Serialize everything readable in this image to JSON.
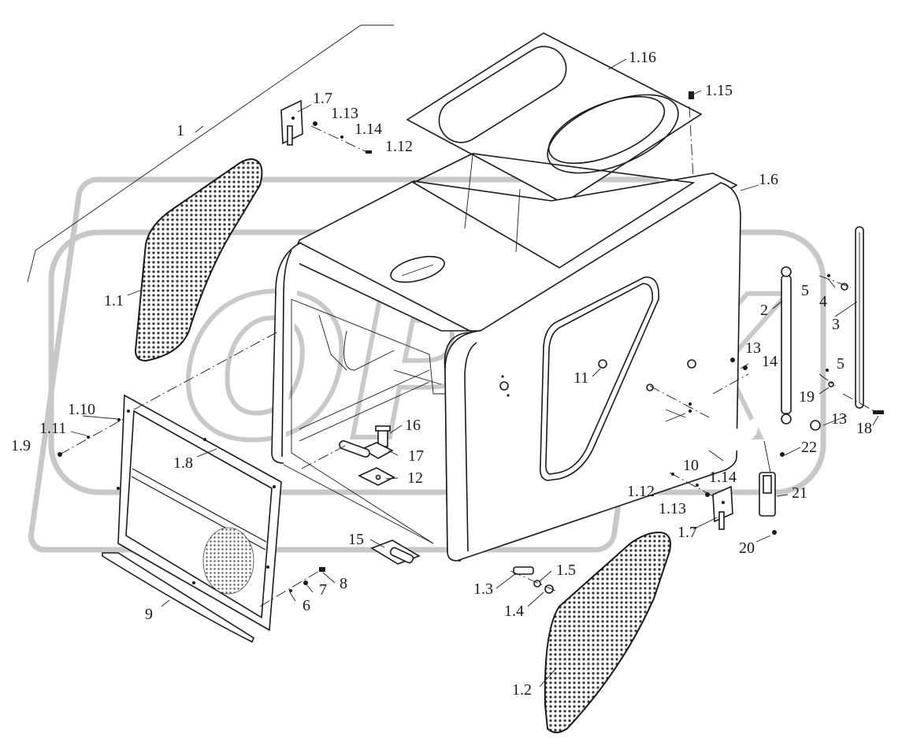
{
  "watermark": {
    "text": "OPEX"
  },
  "labels": [
    {
      "id": "1",
      "text": "1"
    },
    {
      "id": "1.1",
      "text": "1.1"
    },
    {
      "id": "1.2",
      "text": "1.2"
    },
    {
      "id": "1.3",
      "text": "1.3"
    },
    {
      "id": "1.4",
      "text": "1.4"
    },
    {
      "id": "1.5",
      "text": "1.5"
    },
    {
      "id": "1.6",
      "text": "1.6"
    },
    {
      "id": "1.7a",
      "text": "1.7"
    },
    {
      "id": "1.7b",
      "text": "1.7"
    },
    {
      "id": "1.8",
      "text": "1.8"
    },
    {
      "id": "1.9",
      "text": "1.9"
    },
    {
      "id": "1.10",
      "text": "1.10"
    },
    {
      "id": "1.11",
      "text": "1.11"
    },
    {
      "id": "1.12a",
      "text": "1.12"
    },
    {
      "id": "1.12b",
      "text": "1.12"
    },
    {
      "id": "1.13a",
      "text": "1.13"
    },
    {
      "id": "1.13b",
      "text": "1.13"
    },
    {
      "id": "1.14a",
      "text": "1.14"
    },
    {
      "id": "1.14b",
      "text": "1.14"
    },
    {
      "id": "1.15",
      "text": "1.15"
    },
    {
      "id": "1.16",
      "text": "1.16"
    },
    {
      "id": "2",
      "text": "2"
    },
    {
      "id": "3",
      "text": "3"
    },
    {
      "id": "4",
      "text": "4"
    },
    {
      "id": "5a",
      "text": "5"
    },
    {
      "id": "5b",
      "text": "5"
    },
    {
      "id": "6",
      "text": "6"
    },
    {
      "id": "7",
      "text": "7"
    },
    {
      "id": "8",
      "text": "8"
    },
    {
      "id": "9",
      "text": "9"
    },
    {
      "id": "10",
      "text": "10"
    },
    {
      "id": "11",
      "text": "11"
    },
    {
      "id": "12",
      "text": "12"
    },
    {
      "id": "13a",
      "text": "13"
    },
    {
      "id": "13b",
      "text": "13"
    },
    {
      "id": "14",
      "text": "14"
    },
    {
      "id": "15",
      "text": "15"
    },
    {
      "id": "16",
      "text": "16"
    },
    {
      "id": "17",
      "text": "17"
    },
    {
      "id": "18",
      "text": "18"
    },
    {
      "id": "19",
      "text": "19"
    },
    {
      "id": "20",
      "text": "20"
    },
    {
      "id": "21",
      "text": "21"
    },
    {
      "id": "22",
      "text": "22"
    }
  ]
}
